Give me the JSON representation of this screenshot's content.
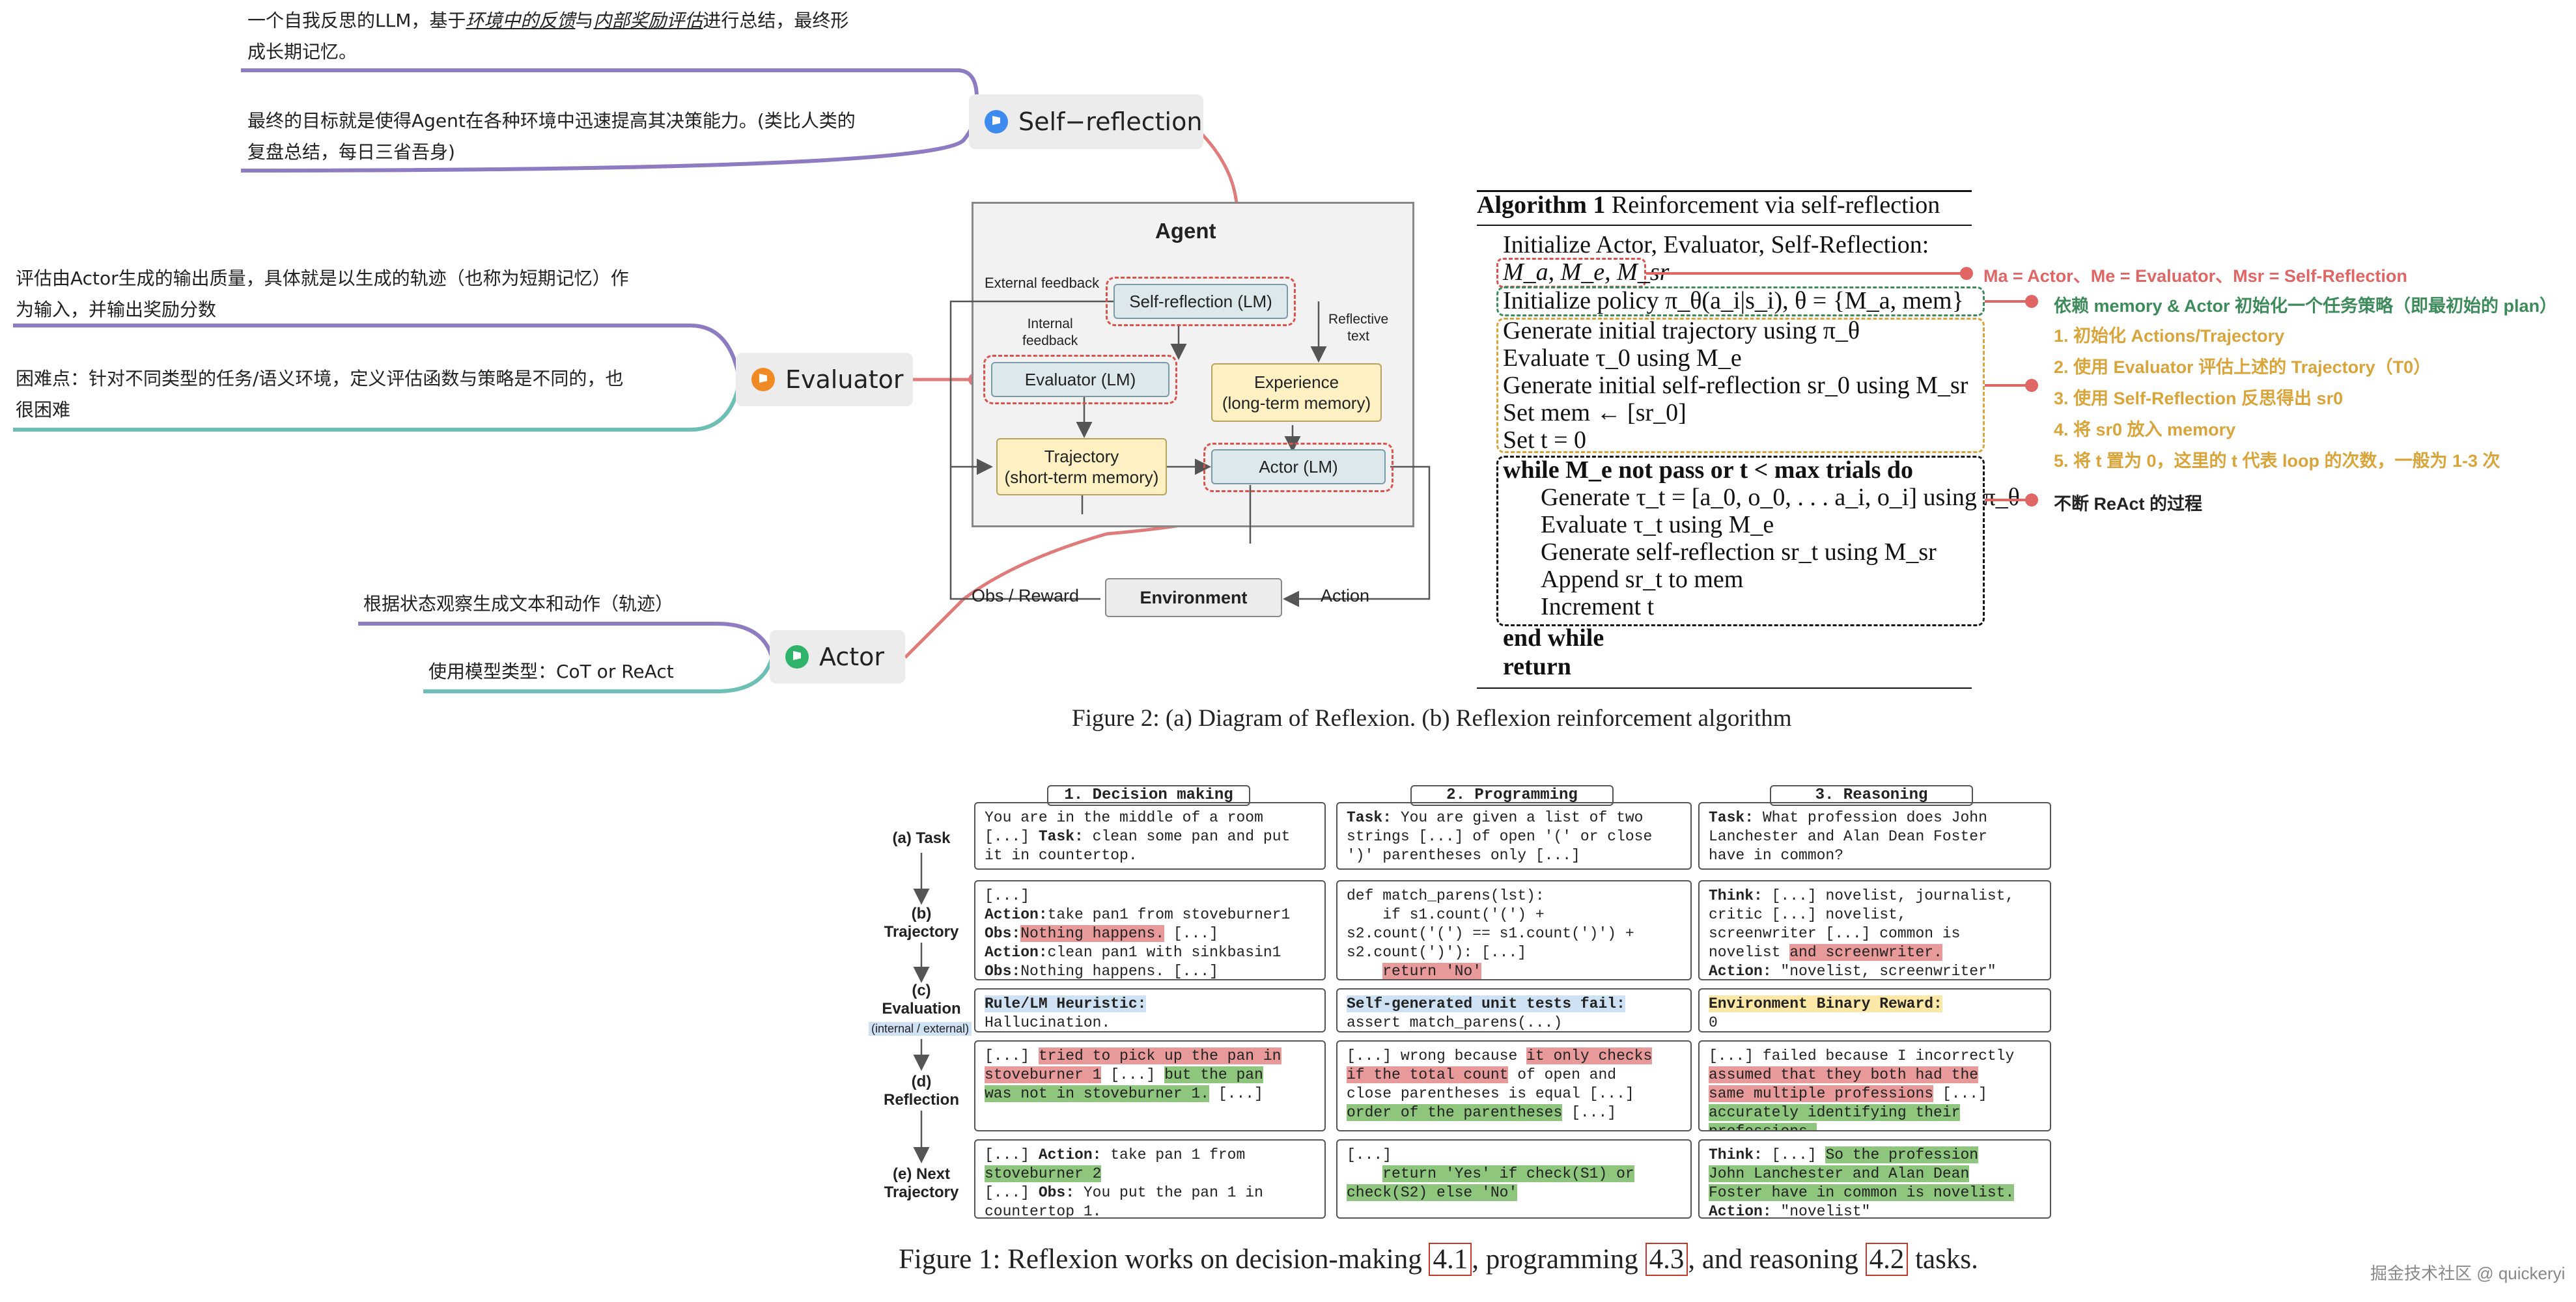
{
  "mindmap": {
    "self_reflection": {
      "label": "Self−reflection",
      "note1": "一个自我反思的LLM，基于环境中的反馈与内部奖励评估进行总结，最终形成长期记忆。",
      "note1_a": "一个自我反思的LLM，基于",
      "note1_b": "环境中的反馈",
      "note1_c": "与",
      "note1_d": "内部奖励评估",
      "note1_e": "进行总结，最终形",
      "note1_f": "成长期记忆。",
      "note2_a": "最终的目标就是使得Agent在各种环境中迅速提高其决策能力。(类比人类的",
      "note2_b": "复盘总结，每日三省吾身)"
    },
    "evaluator": {
      "label": "Evaluator",
      "note1_a": "评估由Actor生成的输出质量，具体就是以生成的轨迹（也称为短期记忆）作",
      "note1_b": "为输入，并输出奖励分数",
      "note2_a": "困难点：针对不同类型的任务/语义环境，定义评估函数与策略是不同的，也",
      "note2_b": "很困难"
    },
    "actor": {
      "label": "Actor",
      "note1": "根据状态观察生成文本和动作（轨迹）",
      "note2": "使用模型类型：CoT or ReAct"
    }
  },
  "agent_diagram": {
    "title": "Agent",
    "external_feedback": "External feedback",
    "self_reflection_lm": "Self-reflection (LM)",
    "internal_feedback_1": "Internal",
    "internal_feedback_2": "feedback",
    "reflective_text_1": "Reflective",
    "reflective_text_2": "text",
    "evaluator_lm": "Evaluator (LM)",
    "experience_1": "Experience",
    "experience_2": "(long-term memory)",
    "trajectory_1": "Trajectory",
    "trajectory_2": "(short-term memory)",
    "actor_lm": "Actor (LM)",
    "obs_reward": "Obs / Reward",
    "environment": "Environment",
    "action": "Action"
  },
  "algorithm": {
    "title_bold": "Algorithm 1",
    "title_rest": " Reinforcement via self-reflection",
    "lines": {
      "l1": "Initialize Actor, Evaluator, Self-Reflection:",
      "l2": "M_a, M_e, M_sr",
      "l3": "Initialize policy π_θ(a_i|s_i), θ = {M_a, mem}",
      "l4": "Generate initial trajectory using π_θ",
      "l5": "Evaluate τ_0 using M_e",
      "l6": "Generate initial self-reflection sr_0 using M_sr",
      "l7": "Set mem ← [sr_0]",
      "l8": "Set t = 0",
      "l9": "while M_e not pass or t < max trials do",
      "l10": "Generate τ_t = [a_0, o_0, . . . a_i, o_i] using π_θ",
      "l11": "Evaluate τ_t using M_e",
      "l12": "Generate self-reflection sr_t using M_sr",
      "l13": "Append sr_t to mem",
      "l14": "Increment t",
      "l15": "end while",
      "l16": "return"
    }
  },
  "annotations": {
    "models": "Ma = Actor、Me = Evaluator、Msr = Self-Reflection",
    "policy": "依赖 memory & Actor 初始化一个任务策略（即最初始的 plan）",
    "steps": [
      "1. 初始化 Actions/Trajectory",
      "2. 使用 Evaluator 评估上述的 Trajectory（T0）",
      "3. 使用 Self-Reflection 反思得出 sr0",
      "4. 将 sr0 放入 memory",
      "5. 将 t 置为 0，这里的 t 代表 loop 的次数，一般为 1-3 次"
    ],
    "loop": "不断 ReAct 的过程"
  },
  "captions": {
    "fig2": "Figure 2: (a) Diagram of Reflexion. (b) Reflexion reinforcement algorithm",
    "fig1_a": "Figure 1: Reflexion works on decision-making ",
    "fig1_ref1": "4.1",
    "fig1_b": ", programming ",
    "fig1_ref2": "4.3",
    "fig1_c": ", and reasoning ",
    "fig1_ref3": "4.2",
    "fig1_d": " tasks."
  },
  "figure1": {
    "columns": [
      "1. Decision making",
      "2. Programming",
      "3. Reasoning"
    ],
    "rows": {
      "task": "(a) Task",
      "trajectory_a": "(b)",
      "trajectory_b": "Trajectory",
      "evaluation_a": "(c)",
      "evaluation_b": "Evaluation",
      "evaluation_c": "(internal / external)",
      "reflection_a": "(d)",
      "reflection_b": "Reflection",
      "next_a": "(e) Next",
      "next_b": "Trajectory"
    }
  },
  "watermark": "掘金技术社区 @ quickeryi",
  "colors": {
    "purple_branch": "#8e7cc3",
    "teal_branch": "#6cbfb4",
    "red_link": "#e07b7b",
    "blue_icon": "#3d8bef",
    "orange_icon": "#f08a24",
    "green_icon": "#2fb36a",
    "annotation_red": "#e06666",
    "annotation_green": "#3d8b5a",
    "annotation_gold": "#d9a53a"
  }
}
